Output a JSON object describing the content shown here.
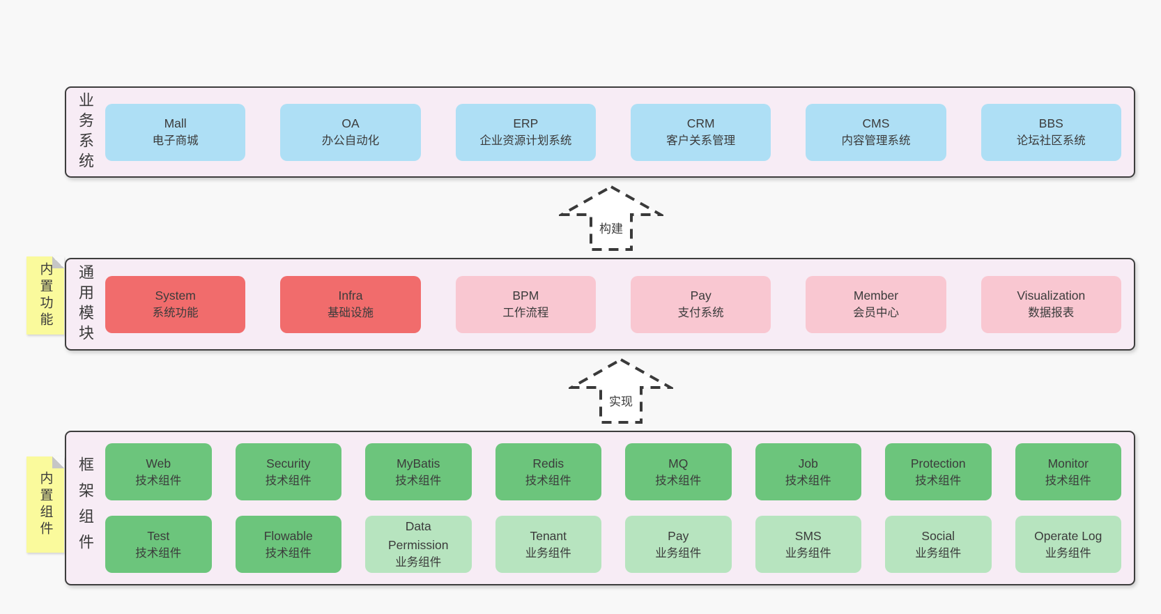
{
  "colors": {
    "page_bg": "#f8f8f8",
    "container_bg": "#f7ecf5",
    "border": "#3d3d3d",
    "blue": "#aedff5",
    "red": "#f16c6c",
    "pink": "#f9c7d1",
    "green_dark": "#6cc57c",
    "green_light": "#b7e4bf",
    "note_yellow": "#fafa9c",
    "text": "#3b3b3b"
  },
  "arrows": [
    {
      "label": "构建"
    },
    {
      "label": "实现"
    }
  ],
  "layers": [
    {
      "label": "业务系统",
      "items": [
        {
          "title": "Mall",
          "subtitle": "电子商城",
          "variant": "blue"
        },
        {
          "title": "OA",
          "subtitle": "办公自动化",
          "variant": "blue"
        },
        {
          "title": "ERP",
          "subtitle": "企业资源计划系统",
          "variant": "blue"
        },
        {
          "title": "CRM",
          "subtitle": "客户关系管理",
          "variant": "blue"
        },
        {
          "title": "CMS",
          "subtitle": "内容管理系统",
          "variant": "blue"
        },
        {
          "title": "BBS",
          "subtitle": "论坛社区系统",
          "variant": "blue"
        }
      ]
    },
    {
      "label": "通用模块",
      "note": "内置功能",
      "items": [
        {
          "title": "System",
          "subtitle": "系统功能",
          "variant": "red"
        },
        {
          "title": "Infra",
          "subtitle": "基础设施",
          "variant": "red"
        },
        {
          "title": "BPM",
          "subtitle": "工作流程",
          "variant": "pink"
        },
        {
          "title": "Pay",
          "subtitle": "支付系统",
          "variant": "pink"
        },
        {
          "title": "Member",
          "subtitle": "会员中心",
          "variant": "pink"
        },
        {
          "title": "Visualization",
          "subtitle": "数据报表",
          "variant": "pink"
        }
      ]
    },
    {
      "label": "框架组件",
      "note": "内置组件",
      "rows": [
        [
          {
            "title": "Web",
            "subtitle": "技术组件",
            "variant": "green-dark"
          },
          {
            "title": "Security",
            "subtitle": "技术组件",
            "variant": "green-dark"
          },
          {
            "title": "MyBatis",
            "subtitle": "技术组件",
            "variant": "green-dark"
          },
          {
            "title": "Redis",
            "subtitle": "技术组件",
            "variant": "green-dark"
          },
          {
            "title": "MQ",
            "subtitle": "技术组件",
            "variant": "green-dark"
          },
          {
            "title": "Job",
            "subtitle": "技术组件",
            "variant": "green-dark"
          },
          {
            "title": "Protection",
            "subtitle": "技术组件",
            "variant": "green-dark"
          },
          {
            "title": "Monitor",
            "subtitle": "技术组件",
            "variant": "green-dark"
          }
        ],
        [
          {
            "title": "Test",
            "subtitle": "技术组件",
            "variant": "green-dark"
          },
          {
            "title": "Flowable",
            "subtitle": "技术组件",
            "variant": "green-dark"
          },
          {
            "title": "Data Permission",
            "subtitle": "业务组件",
            "variant": "green-light"
          },
          {
            "title": "Tenant",
            "subtitle": "业务组件",
            "variant": "green-light"
          },
          {
            "title": "Pay",
            "subtitle": "业务组件",
            "variant": "green-light"
          },
          {
            "title": "SMS",
            "subtitle": "业务组件",
            "variant": "green-light"
          },
          {
            "title": "Social",
            "subtitle": "业务组件",
            "variant": "green-light"
          },
          {
            "title": "Operate Log",
            "subtitle": "业务组件",
            "variant": "green-light"
          }
        ]
      ]
    }
  ]
}
